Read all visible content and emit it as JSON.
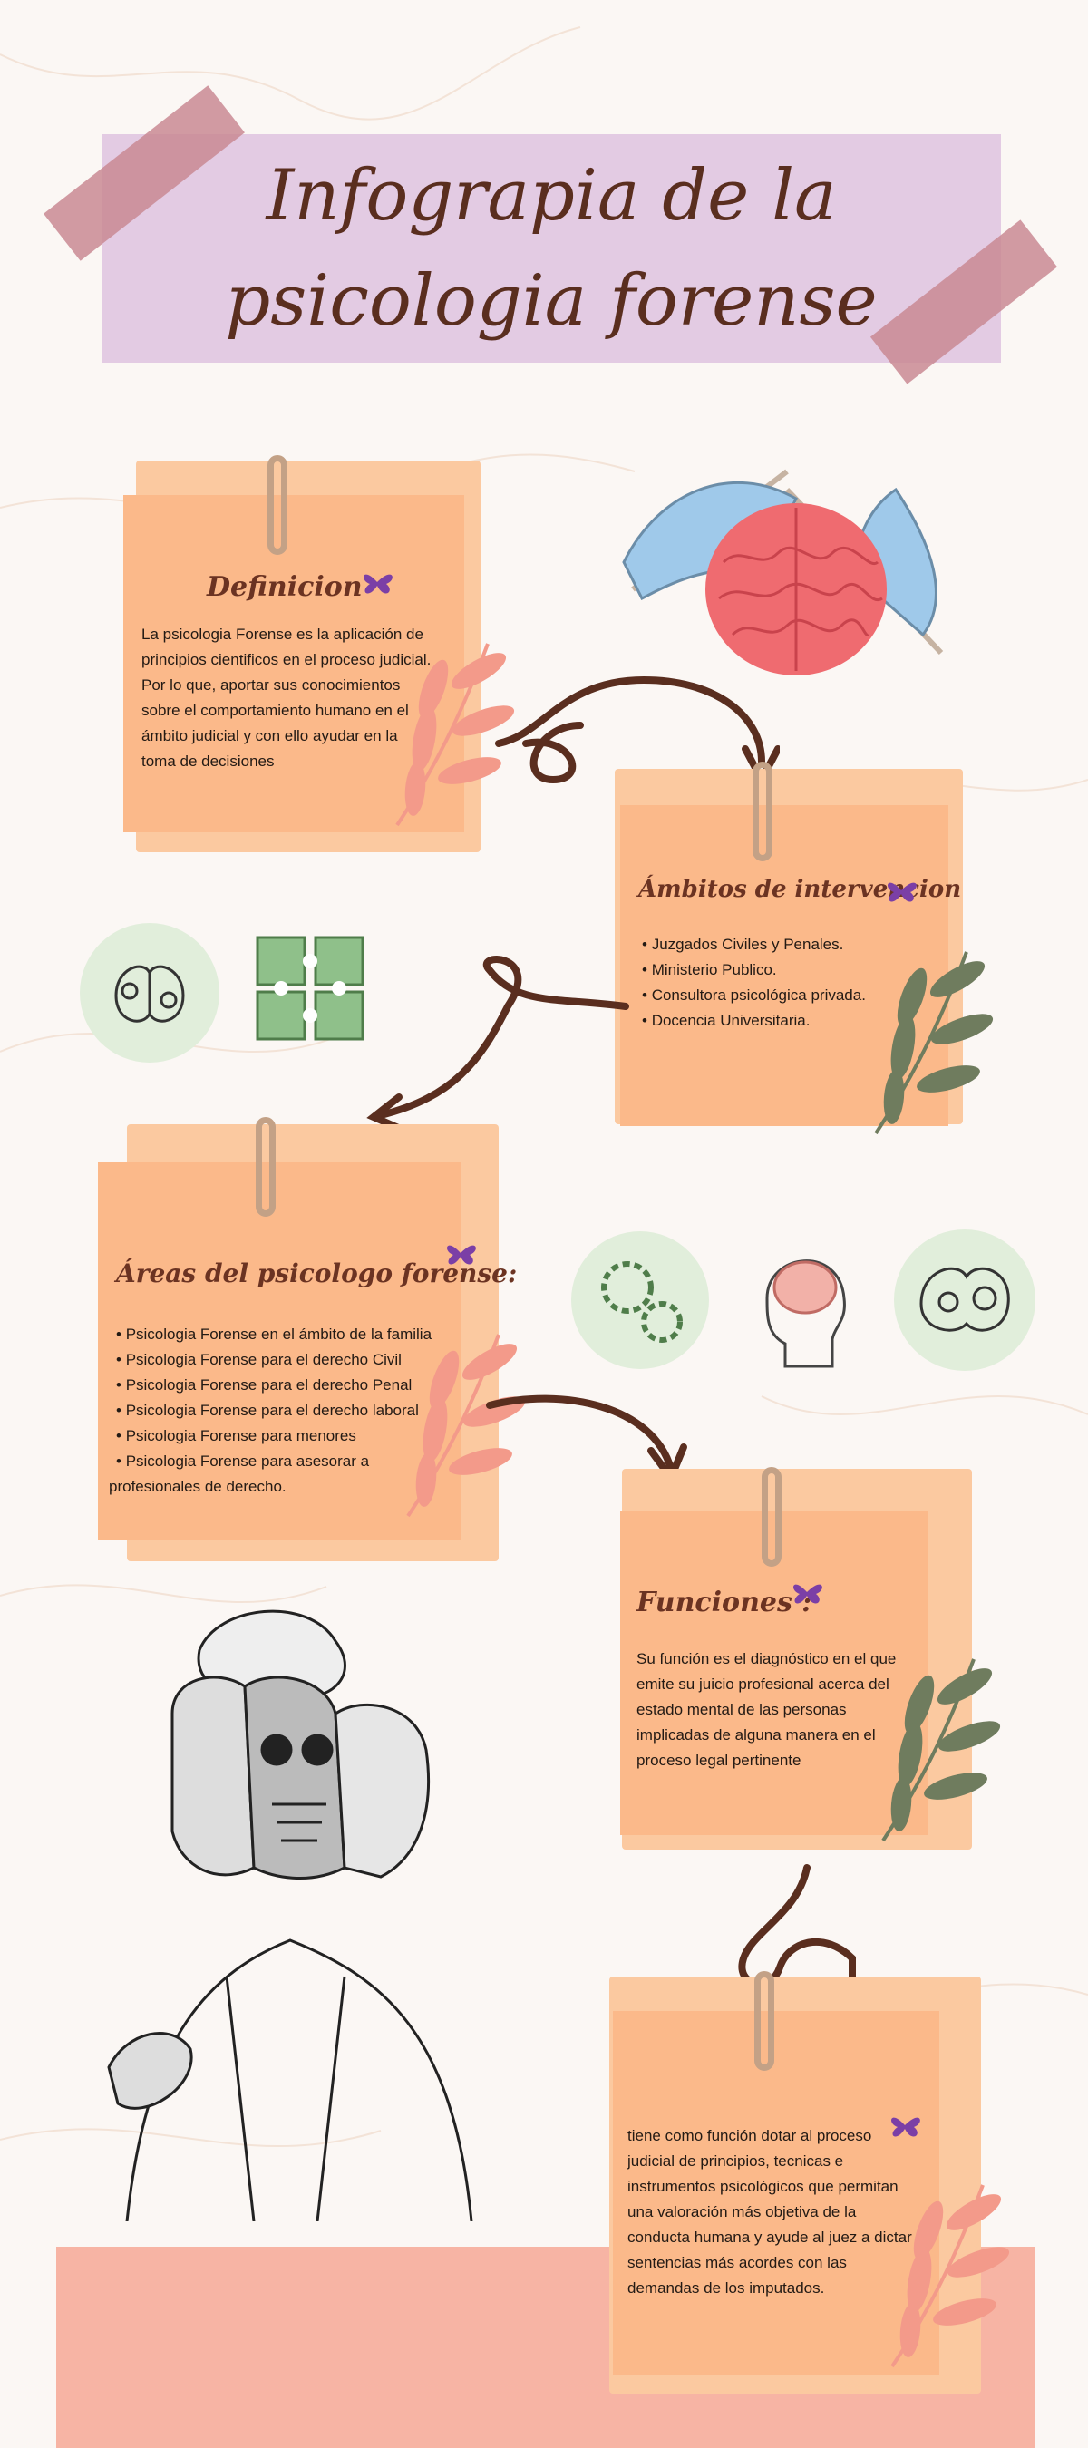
{
  "title": {
    "line1": "Infograpia de la",
    "line2": "psicologia forense"
  },
  "colors": {
    "background": "#fbf7f4",
    "title_band": "#e3cbe3",
    "tape": "#c98a93",
    "note": "#fbb98a",
    "note_back": "#fbc9a0",
    "arrow": "#5a2e1f",
    "leaf_pink": "#f39a8a",
    "leaf_green": "#6f7c5e",
    "footer": "#f7b4a4",
    "butterfly": "#7b3fa6"
  },
  "sections": {
    "definicion": {
      "heading": "Definicion",
      "text": "La psicologia Forense es la aplicación de principios cientificos en el proceso judicial. Por lo que, aportar sus conocimientos sobre el comportamiento humano en el ámbito judicial y con ello ayudar en la toma de decisiones"
    },
    "ambitos": {
      "heading": "Ámbitos de intervencion",
      "items": [
        "Juzgados Civiles y Penales.",
        "Ministerio Publico.",
        "Consultora psicológica privada.",
        "Docencia Universitaria."
      ]
    },
    "areas": {
      "heading": "Áreas del psicologo forense:",
      "items": [
        "Psicologia Forense en el ámbito de la familia",
        "Psicologia Forense para el derecho Civil",
        "Psicologia Forense para el derecho Penal",
        "Psicologia Forense para el derecho laboral",
        "Psicologia Forense para menores",
        "Psicologia Forense para asesorar a"
      ],
      "continuation": "profesionales de derecho."
    },
    "funciones": {
      "heading": "Funciones :",
      "text": "Su función es el diagnóstico en el que emite su juicio profesional acerca del estado mental de las personas implicadas de alguna manera en el proceso legal pertinente"
    },
    "objetivo": {
      "text": "tiene como función dotar al proceso judicial de principios, tecnicas e instrumentos psicológicos que permitan una valoración más objetiva de la conducta humana y ayude al juez a dictar sentencias más acordes con las demandas de los imputados."
    }
  },
  "icons": [
    "brain-knitting-icon",
    "brain-gears-circle-icon",
    "puzzle-icon",
    "gears-circle-icon",
    "head-brain-icon",
    "brain-cogs-circle-icon",
    "freud-sketch-icon",
    "butterfly-icon",
    "leaf-icon",
    "paperclip-icon"
  ]
}
